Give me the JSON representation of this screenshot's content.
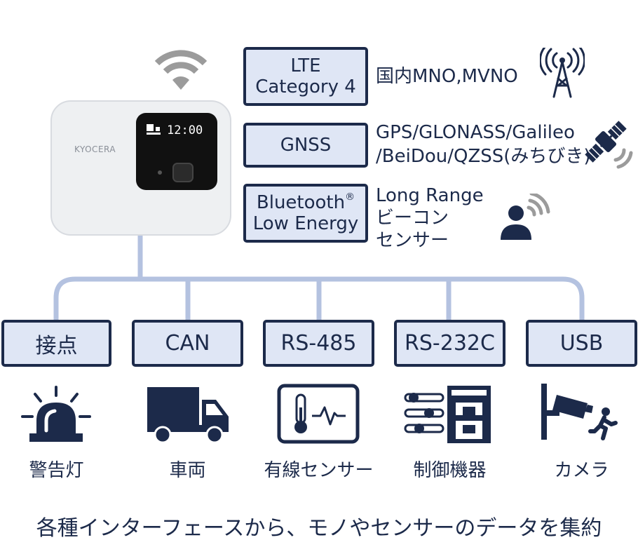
{
  "device": {
    "brand": "KYOCERA",
    "clock": "12:00"
  },
  "features": [
    {
      "box_line1": "LTE",
      "box_line2": "Category 4",
      "desc_lines": [
        "国内MNO,MVNO"
      ],
      "icon": "antenna-tower-icon"
    },
    {
      "box_line1": "GNSS",
      "box_line2": "",
      "desc_lines": [
        "GPS/GLONASS/Galileo",
        "/BeiDou/QZSS(みちびき)"
      ],
      "icon": "satellite-icon"
    },
    {
      "box_line1": "Bluetooth",
      "box_line1_sup": "®",
      "box_line2": "Low Energy",
      "desc_lines": [
        "Long Range",
        "ビーコン",
        "センサー"
      ],
      "icon": "person-signal-icon"
    }
  ],
  "interfaces": [
    {
      "label": "接点",
      "device": "警告灯",
      "icon": "warning-light-icon"
    },
    {
      "label": "CAN",
      "device": "車両",
      "icon": "truck-icon"
    },
    {
      "label": "RS-485",
      "device": "有線センサー",
      "icon": "thermometer-sensor-icon"
    },
    {
      "label": "RS-232C",
      "device": "制御機器",
      "icon": "control-equipment-icon"
    },
    {
      "label": "USB",
      "device": "カメラ",
      "icon": "security-camera-icon"
    }
  ],
  "caption": "各種インターフェースから、モノやセンサーのデータを集約",
  "colors": {
    "navy": "#1c2a4a",
    "box_fill": "#dfe6f5",
    "connector": "#b4c2e0",
    "device_body": "#eef0f2",
    "signal_gray": "#9b9b9b"
  }
}
